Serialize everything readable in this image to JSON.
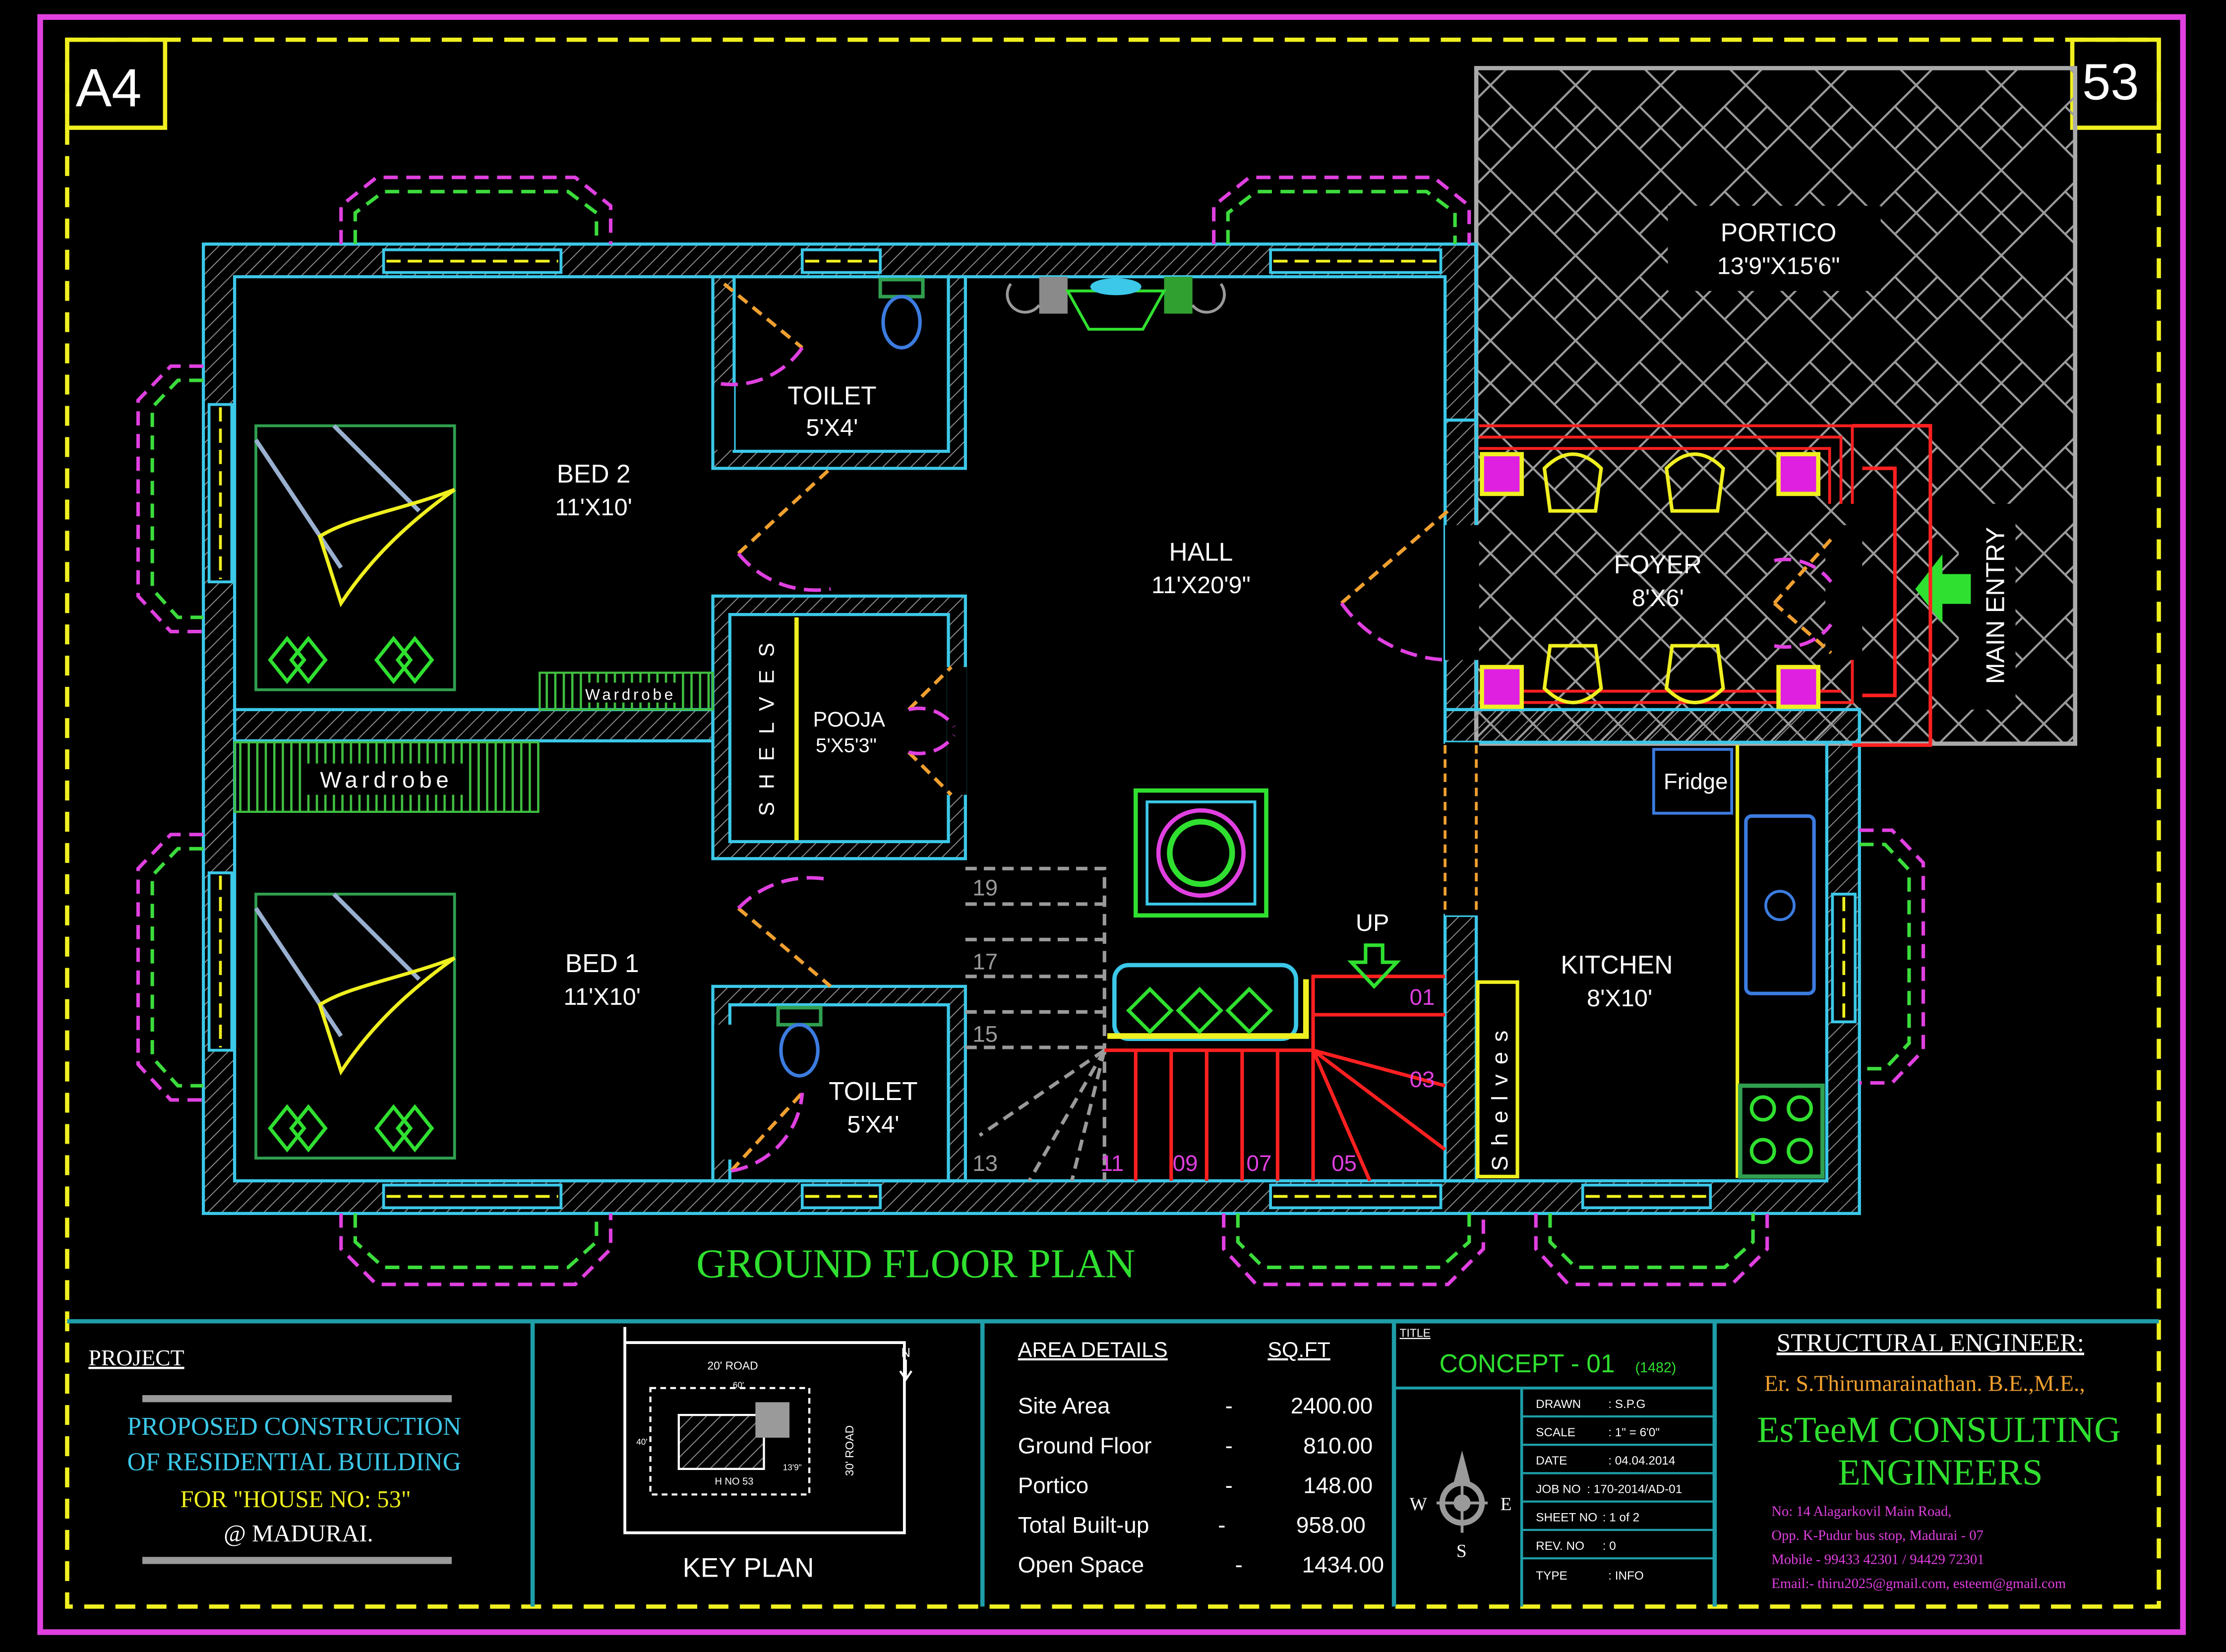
{
  "sheet": {
    "size_label": "A4",
    "number": "53"
  },
  "portico": {
    "name": "PORTICO",
    "dims": "13'9\"X15'6\""
  },
  "main_entry": "MAIN ENTRY",
  "rooms": {
    "bed2": {
      "name": "BED 2",
      "dims": "11'X10'"
    },
    "bed1": {
      "name": "BED 1",
      "dims": "11'X10'"
    },
    "toilet_top": {
      "name": "TOILET",
      "dims": "5'X4'"
    },
    "toilet_bottom": {
      "name": "TOILET",
      "dims": "5'X4'"
    },
    "hall": {
      "name": "HALL",
      "dims": "11'X20'9\""
    },
    "pooja": {
      "name": "POOJA",
      "dims": "5'X5'3\""
    },
    "foyer": {
      "name": "FOYER",
      "dims": "8'X6'"
    },
    "kitchen": {
      "name": "KITCHEN",
      "dims": "8'X10'"
    }
  },
  "labels": {
    "wardrobe_small": "Wardrobe",
    "wardrobe_large": "Wardrobe",
    "shelves_pooja": "SHELVES",
    "shelves_kitchen": "Shelves",
    "fridge": "Fridge",
    "up": "UP",
    "steps": [
      "19",
      "17",
      "15",
      "13",
      "11",
      "09",
      "07",
      "05",
      "03",
      "01"
    ]
  },
  "plan_title": "GROUND FLOOR PLAN",
  "project": {
    "heading": "PROJECT",
    "line1": "PROPOSED CONSTRUCTION",
    "line2": "OF RESIDENTIAL BUILDING",
    "line3": "FOR \"HOUSE NO: 53\"",
    "line4": "@ MADURAI."
  },
  "key_plan": {
    "title": "KEY PLAN",
    "road_top": "20' ROAD",
    "road_side": "30' ROAD",
    "house": "H NO 53",
    "dim_top": "60'",
    "dim_side": "40'",
    "dim_right": "13'9\"",
    "north": "N"
  },
  "area_details": {
    "heading": "AREA DETAILS",
    "unit": "SQ.FT",
    "rows": [
      {
        "label": "Site Area",
        "dash": "-",
        "value": "2400.00"
      },
      {
        "label": "Ground Floor",
        "dash": "-",
        "value": "810.00"
      },
      {
        "label": "Portico",
        "dash": "-",
        "value": "148.00"
      },
      {
        "label": "Total Built-up",
        "dash": "-",
        "value": "958.00"
      },
      {
        "label": "Open Space",
        "dash": "-",
        "value": "1434.00"
      }
    ]
  },
  "title_block": {
    "title_tag": "TITLE",
    "concept": "CONCEPT - 01",
    "concept_sub": "(1482)",
    "rows": [
      {
        "k": "DRAWN",
        "v": ":  S.P.G"
      },
      {
        "k": "SCALE",
        "v": ":  1\" = 6'0\""
      },
      {
        "k": "DATE",
        "v": ":  04.04.2014"
      },
      {
        "k": "JOB NO",
        "v": ": 170-2014/AD-01"
      },
      {
        "k": "SHEET NO",
        "v": ":  1 of 2"
      },
      {
        "k": "REV. NO",
        "v": ":  0"
      },
      {
        "k": "TYPE",
        "v": ": INFO"
      }
    ],
    "compass": {
      "w": "W",
      "e": "E",
      "s": "S"
    }
  },
  "engineer": {
    "heading": "STRUCTURAL ENGINEER:",
    "name": "Er. S.Thirumarainathan. B.E.,M.E.,",
    "firm1": "EsTeeM CONSULTING",
    "firm2": "ENGINEERS",
    "addr1": "No: 14 Alagarkovil Main Road,",
    "addr2": "Opp. K-Pudur bus stop, Madurai - 07",
    "phone": "Mobile - 99433 42301 / 94429 72301",
    "email": "Email:- thiru2025@gmail.com, esteem@gmail.com"
  },
  "colors": {
    "wall": "#3cc8e8",
    "frame_outer": "#e040e0",
    "frame_inner": "#f0f020",
    "door": "#ff40ff",
    "window_bay": "#3cdc3c",
    "furniture": "#f0f020",
    "stair_red": "#ff2020",
    "title_green": "#30e030"
  }
}
